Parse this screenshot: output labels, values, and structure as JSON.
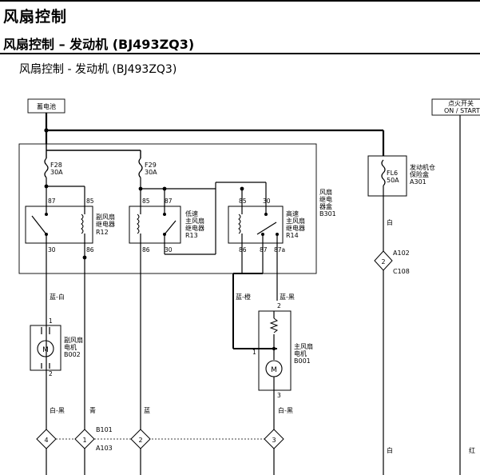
{
  "header": {
    "title": "风扇控制",
    "subtitle": "风扇控制 – 发动机 (BJ493ZQ3)",
    "diagram_title": "风扇控制 - 发动机 (BJ493ZQ3)"
  },
  "diagram": {
    "battery": "蓄电池",
    "ignition_switch": {
      "line1": "点火开关",
      "line2": "ON / START"
    },
    "relay_box": {
      "line1": "风扇",
      "line2": "继电",
      "line3": "器盒",
      "code": "B301"
    },
    "fuse_box": {
      "line1": "发动机仓",
      "line2": "保险盒",
      "code": "A301"
    },
    "fuses": {
      "f28": {
        "name": "F28",
        "rating": "30A"
      },
      "f29": {
        "name": "F29",
        "rating": "30A"
      },
      "fl6": {
        "name": "FL6",
        "rating": "50A"
      }
    },
    "relays": {
      "r12": {
        "line1": "副风扇",
        "line2": "继电器",
        "code": "R12"
      },
      "r13": {
        "line1": "低速",
        "line2": "主风扇",
        "line3": "继电器",
        "code": "R13"
      },
      "r14": {
        "line1": "高速",
        "line2": "主风扇",
        "line3": "继电器",
        "code": "R14"
      }
    },
    "pins": {
      "r12_87": "87",
      "r12_85": "85",
      "r12_30": "30",
      "r12_86": "86",
      "r13_85": "85",
      "r13_87": "87",
      "r13_86": "86",
      "r13_30": "30",
      "r14_85": "85",
      "r14_30": "30",
      "r14_86": "86",
      "r14_87": "87",
      "r14_87a": "87a"
    },
    "motors": {
      "b002": {
        "line1": "副风扇",
        "line2": "电机",
        "code": "B002",
        "pin1": "1",
        "pin2": "2"
      },
      "b001": {
        "line1": "主风扇",
        "line2": "电机",
        "code": "B001",
        "pin1": "1",
        "pin2": "2",
        "pin3": "3"
      }
    },
    "connectors": {
      "a102": {
        "pin": "2",
        "top": "A102",
        "bottom": "C108"
      },
      "b101": {
        "label": "B101",
        "label2": "A103"
      },
      "c4": "4",
      "c1": "1",
      "c2": "2",
      "c3": "3"
    },
    "wires": {
      "blue_white": "蓝-白",
      "blue_orange": "蓝-橙",
      "blue_black": "蓝-黑",
      "white_black_1": "白-黑",
      "cyan": "青",
      "blue": "蓝",
      "white_black_2": "白-黑",
      "white_1": "白",
      "white_2": "白",
      "red": "红"
    }
  }
}
